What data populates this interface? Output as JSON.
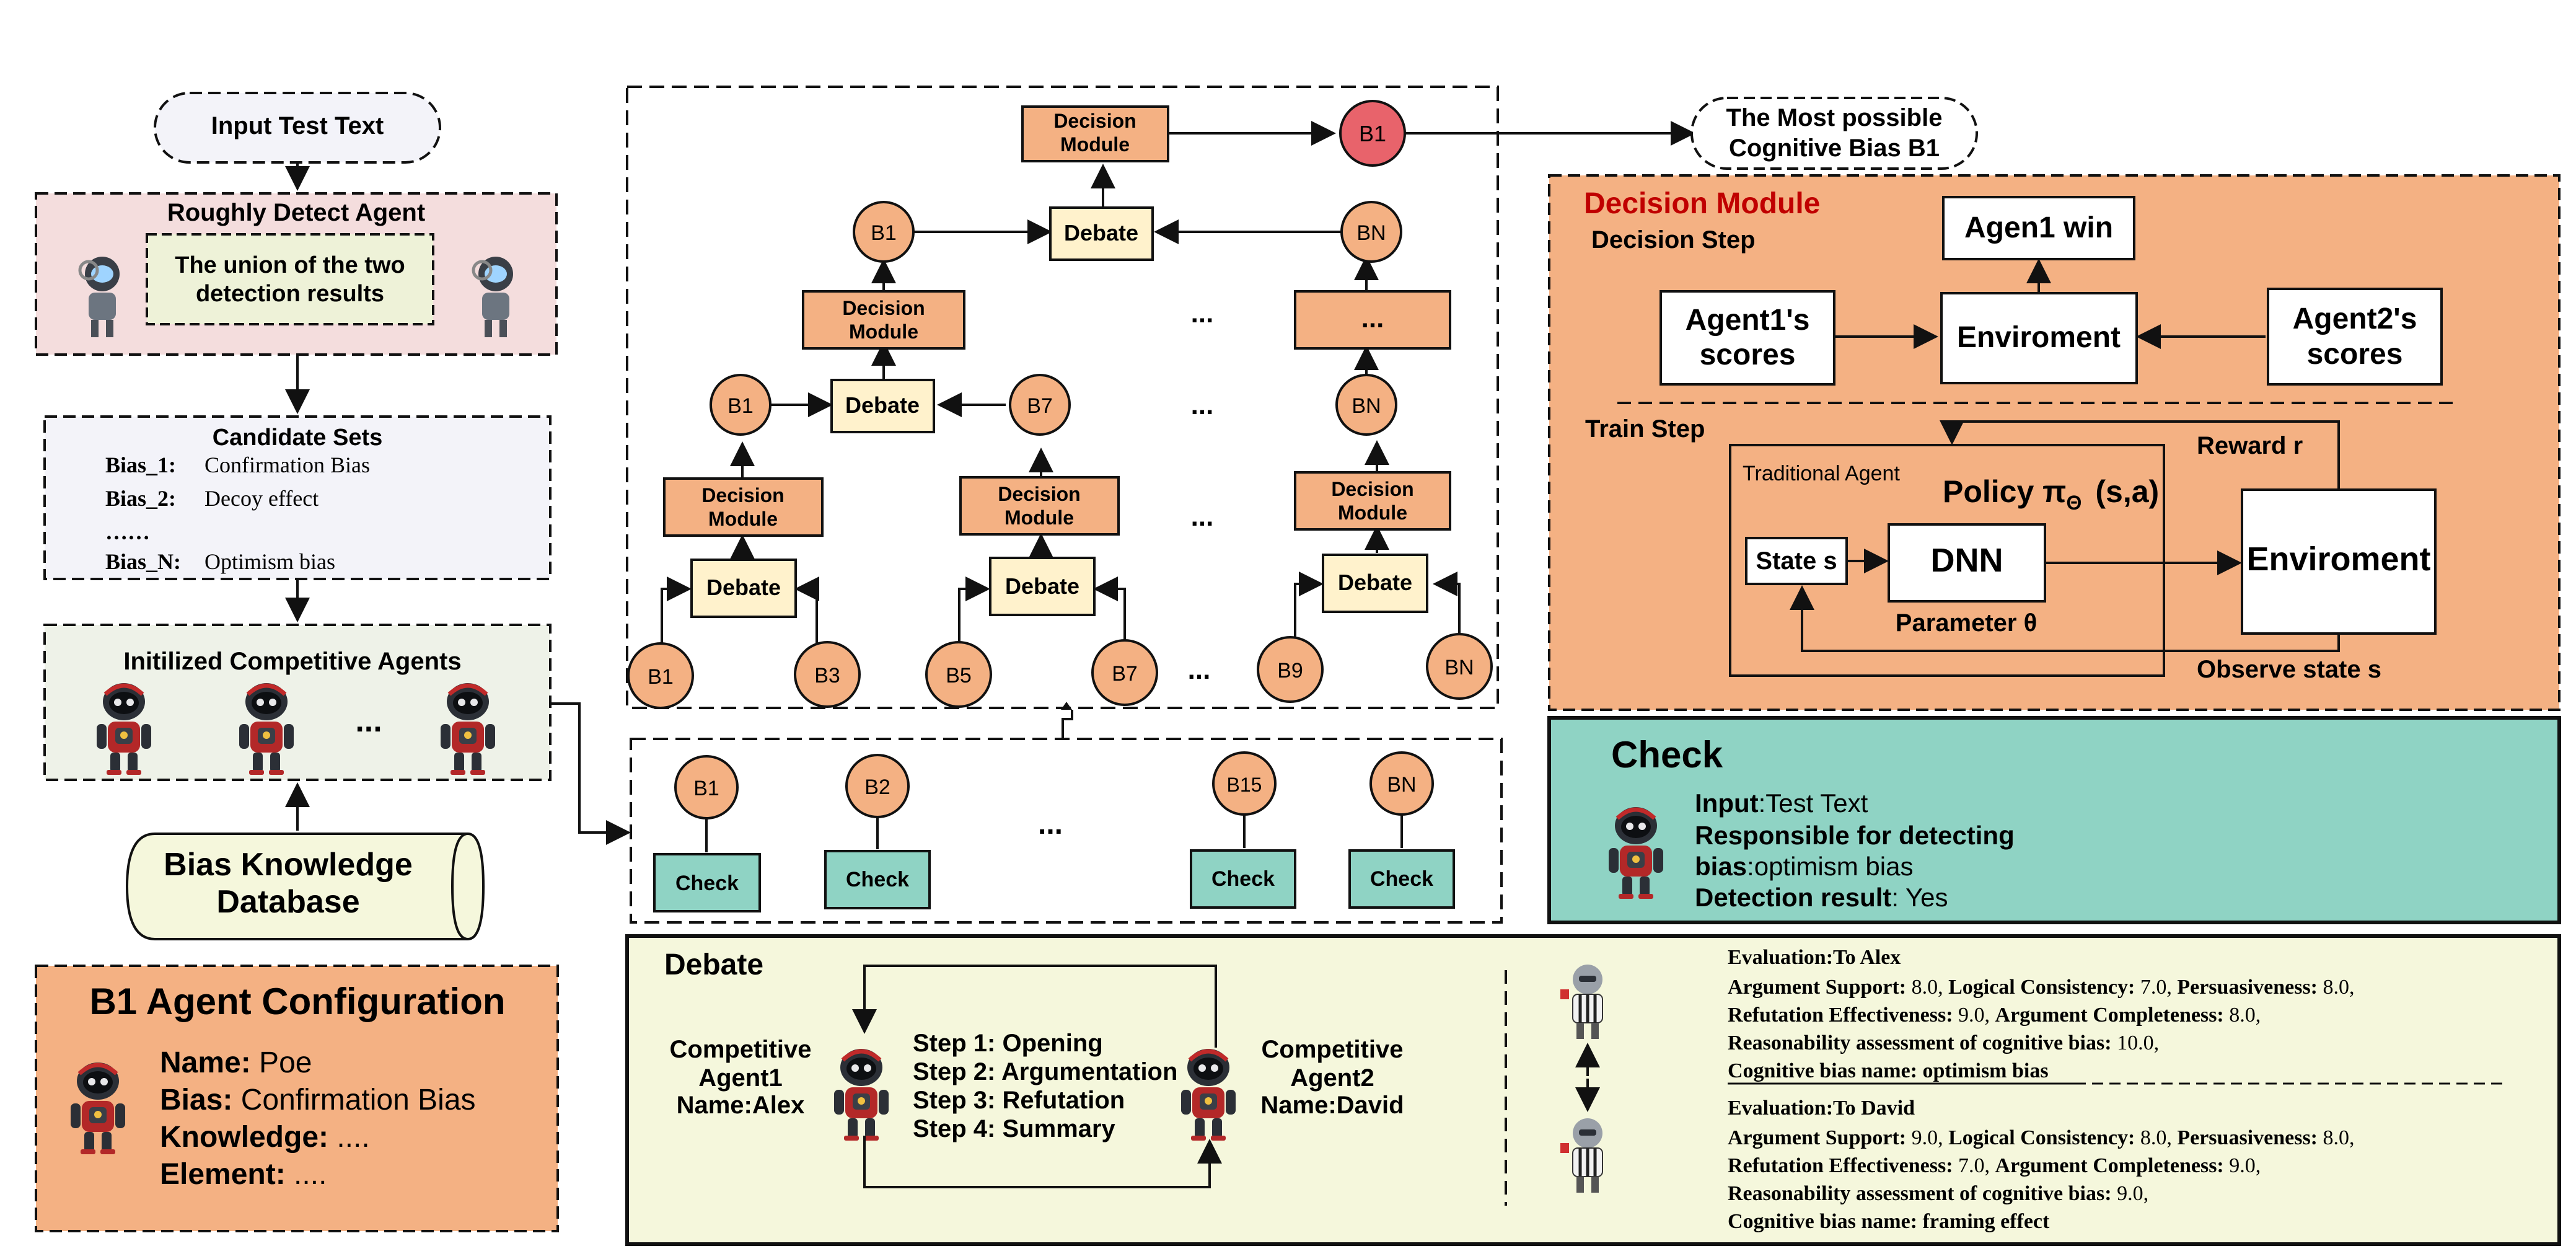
{
  "input_text": "Input Test Text",
  "roughly_detect": {
    "title": "Roughly Detect Agent",
    "union_line1": "The union of the two",
    "union_line2": "detection results"
  },
  "candidate_sets": {
    "title": "Candidate Sets",
    "items": [
      {
        "key": "Bias_1:",
        "value": "Confirmation Bias"
      },
      {
        "key": "Bias_2:",
        "value": "Decoy effect"
      },
      {
        "key": "……",
        "value": ""
      },
      {
        "key": "Bias_N:",
        "value": "Optimism bias"
      }
    ]
  },
  "competitive_agents": {
    "title": "Initilized Competitive Agents",
    "ellipsis": "..."
  },
  "knowledge_db": {
    "line1": "Bias Knowledge",
    "line2": "Database"
  },
  "b1_config": {
    "title": "B1 Agent Configuration",
    "rows": [
      {
        "label": "Name:",
        "value": " Poe"
      },
      {
        "label": "Bias:",
        "value": "  Confirmation Bias"
      },
      {
        "label": "Knowledge:",
        "value": "  ...."
      },
      {
        "label": "Element:",
        "value": " ...."
      }
    ]
  },
  "tree": {
    "decision_line1": "Decision",
    "decision_line2": "Module",
    "debate": "Debate",
    "dots": "...",
    "top_result": "B1",
    "level3": [
      "B1",
      "BN"
    ],
    "level2": [
      "B1",
      "B7",
      "BN"
    ],
    "leaves": [
      "B1",
      "B3",
      "B5",
      "B7",
      "B9",
      "BN"
    ]
  },
  "most_possible": {
    "line1": "The Most possible",
    "line2": "Cognitive Bias B1"
  },
  "check_row": {
    "biases": [
      "B1",
      "B2",
      "B15",
      "BN"
    ],
    "label": "Check",
    "dots": "..."
  },
  "decision_module": {
    "title": "Decision Module",
    "decision_step": "Decision Step",
    "agent1_scores": [
      "Agent1's",
      "scores"
    ],
    "agent2_scores": [
      "Agent2's",
      "scores"
    ],
    "enviroment": "Enviroment",
    "winner": "Agen1 win",
    "train_step": "Train Step",
    "reward": "Reward r",
    "traditional_agent": "Traditional Agent",
    "policy": "Policy π",
    "policy_sub": "Θ",
    "policy_args": "(s,a)",
    "state": "State s",
    "dnn": "DNN",
    "parameter": "Parameter θ",
    "observe": "Observe state s"
  },
  "check_panel": {
    "title": "Check",
    "input_label": "Input",
    "input_value": ":Test Text",
    "responsible": "Responsible for detecting",
    "bias_label": "bias",
    "bias_value": ":optimism bias",
    "result_label": "Detection result",
    "result_value": ": Yes"
  },
  "debate_panel": {
    "title": "Debate",
    "agent1": [
      "Competitive",
      "Agent1",
      "Name:Alex"
    ],
    "agent2": [
      "Competitive",
      "Agent2",
      "Name:David"
    ],
    "steps": [
      "Step 1: Opening",
      "Step 2: Argumentation",
      "Step 3: Refutation",
      "Step 4: Summary"
    ],
    "eval1": {
      "header": "Evaluation:To Alex",
      "line1": [
        {
          "b": "Argument Support:",
          "v": " 8.0, "
        },
        {
          "b": "Logical Consistency:",
          "v": " 7.0, "
        },
        {
          "b": "Persuasiveness:",
          "v": " 8.0,"
        }
      ],
      "line2": [
        {
          "b": "Refutation Effectiveness:",
          "v": " 9.0, "
        },
        {
          "b": "Argument Completeness:",
          "v": " 8.0,"
        }
      ],
      "line3": [
        {
          "b": "Reasonability assessment of cognitive bias:",
          "v": " 10.0,"
        }
      ],
      "line4": [
        {
          "b": "Cognitive bias name:",
          "v": " optimism bias"
        }
      ]
    },
    "eval2": {
      "header": "Evaluation:To David",
      "line1": [
        {
          "b": "Argument Support:",
          "v": " 9.0, "
        },
        {
          "b": "Logical Consistency:",
          "v": " 8.0, "
        },
        {
          "b": "Persuasiveness:",
          "v": " 8.0,"
        }
      ],
      "line2": [
        {
          "b": "Refutation Effectiveness:",
          "v": " 7.0, "
        },
        {
          "b": "Argument Completeness:",
          "v": " 9.0,"
        }
      ],
      "line3": [
        {
          "b": "Reasonability assessment of cognitive bias:",
          "v": " 9.0,"
        }
      ],
      "line4": [
        {
          "b": "Cognitive bias name:",
          "v": " framing effect"
        }
      ]
    }
  },
  "colors": {
    "orange": "#F4B183",
    "red_node": "#E8636B",
    "cream": "#FFF2CC",
    "teal": "#8FD3C4",
    "light_yellow": "#F5F7DC",
    "pink": "#F4DDDD",
    "lavender": "#F3F3F9",
    "greenish": "#EEF2E8",
    "title_red": "#C00000"
  }
}
